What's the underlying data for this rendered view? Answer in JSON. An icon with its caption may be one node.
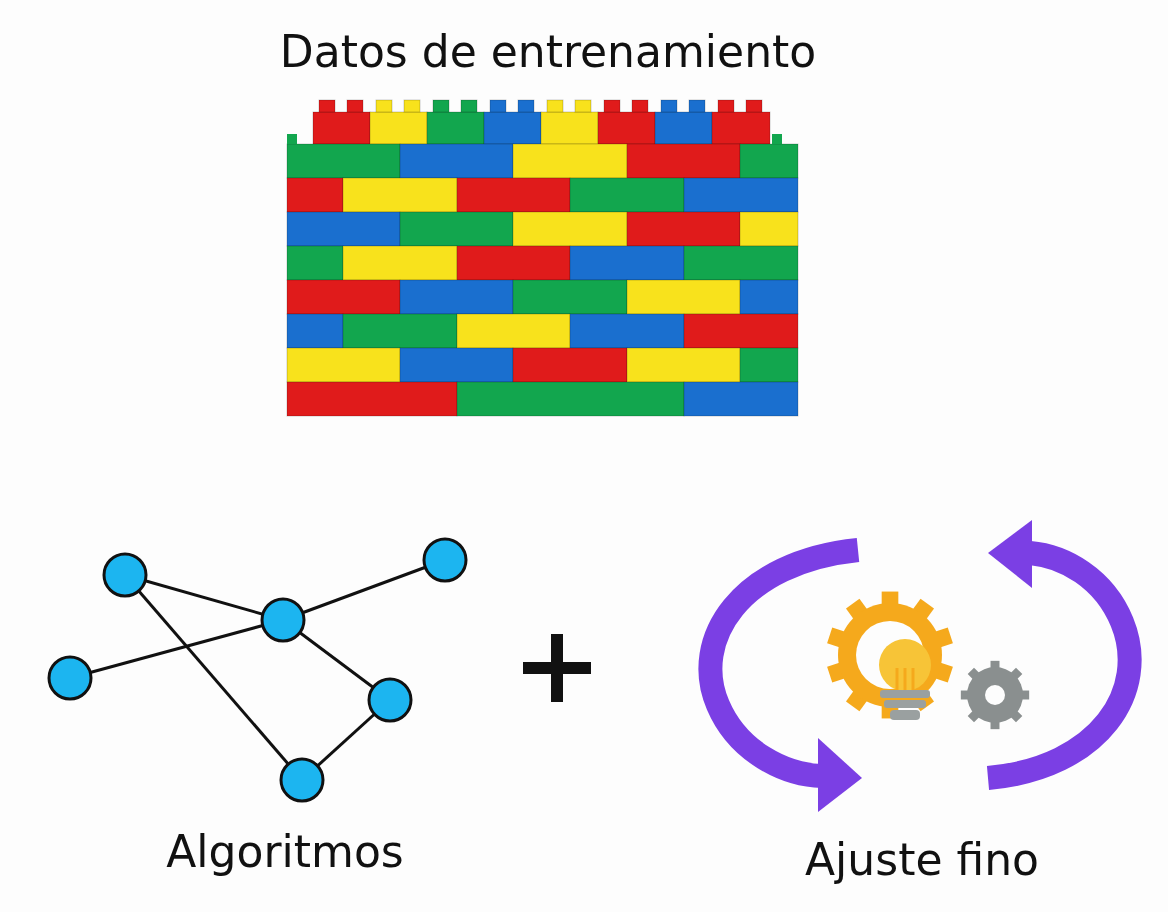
{
  "diagram": {
    "labels": [
      "Datos de entrenamiento",
      "Algoritmos",
      "Ajuste fino"
    ]
  }
}
